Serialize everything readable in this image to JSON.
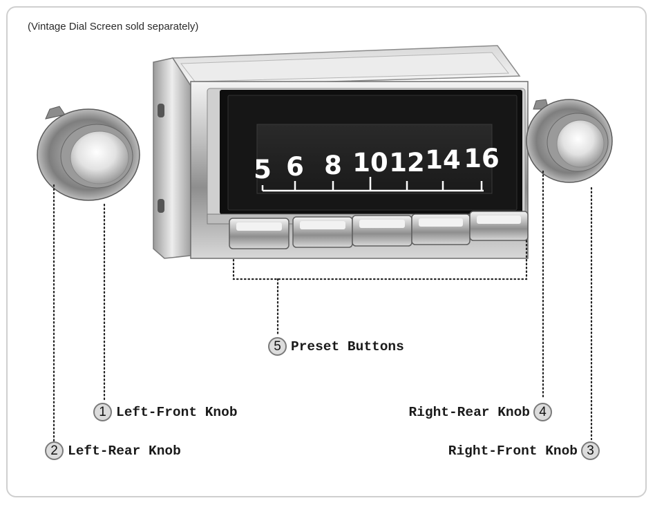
{
  "note": "(Vintage Dial Screen sold separately)",
  "dial": {
    "numbers": [
      "5",
      "6",
      "8",
      "10",
      "12",
      "14",
      "16"
    ]
  },
  "callouts": [
    {
      "number": "1",
      "text": "Left-Front Knob"
    },
    {
      "number": "2",
      "text": "Left-Rear Knob"
    },
    {
      "number": "3",
      "text": "Right-Front Knob"
    },
    {
      "number": "4",
      "text": "Right-Rear Knob"
    },
    {
      "number": "5",
      "text": "Preset Buttons"
    }
  ]
}
